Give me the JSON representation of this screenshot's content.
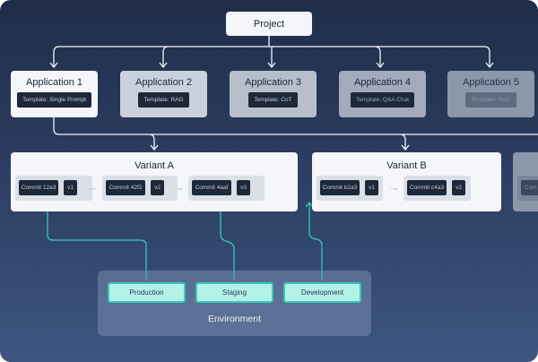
{
  "project": {
    "label": "Project"
  },
  "applications": [
    {
      "title": "Application 1",
      "template": "Template: Single Prompt"
    },
    {
      "title": "Application 2",
      "template": "Template: RAG"
    },
    {
      "title": "Application 3",
      "template": "Template: CoT"
    },
    {
      "title": "Application 4",
      "template": "Template: Q&A Chat"
    },
    {
      "title": "Application 5",
      "template": "Template: RAG"
    }
  ],
  "variants": [
    {
      "title": "Variant A",
      "commits": [
        {
          "commit": "Commit 12a3",
          "version": "v1"
        },
        {
          "commit": "Commit 42f2",
          "version": "v2"
        },
        {
          "commit": "Commit 4aaf",
          "version": "v3"
        }
      ]
    },
    {
      "title": "Variant B",
      "commits": [
        {
          "commit": "Commit b2a3",
          "version": "v1"
        },
        {
          "commit": "Commit c4a3",
          "version": "v2"
        }
      ]
    },
    {
      "title": "",
      "commits": [
        {
          "commit": "Com",
          "version": ""
        }
      ]
    }
  ],
  "environment": {
    "label": "Environment",
    "items": [
      "Production",
      "Staging",
      "Development"
    ]
  },
  "colors": {
    "accent": "#36c9bb",
    "env_fill": "#b3f2e8",
    "chip": "#1d2838"
  }
}
